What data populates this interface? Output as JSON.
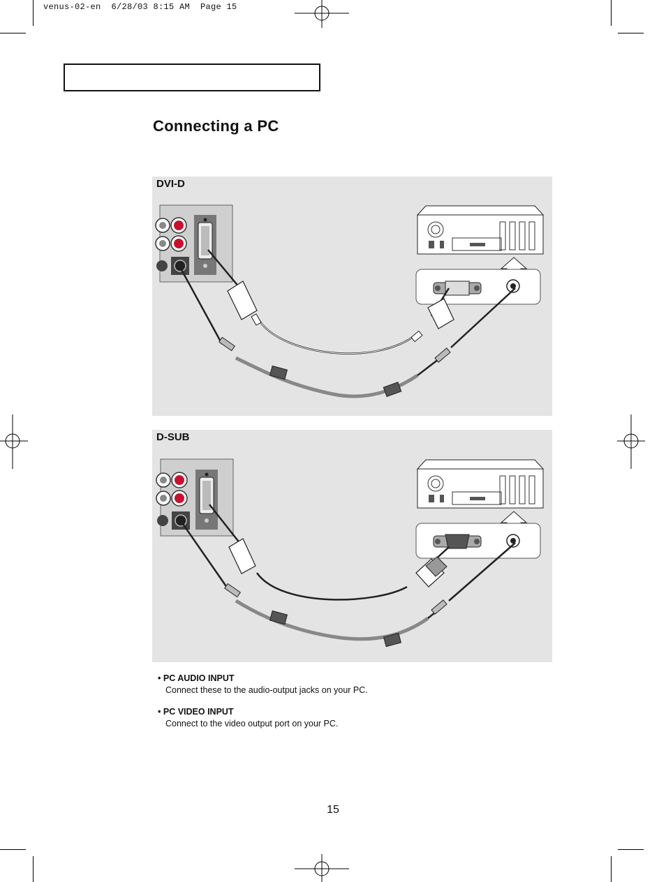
{
  "slug": "venus-02-en  6/28/03 8:15 AM  Page 15",
  "title": "Connecting a PC",
  "panels": [
    {
      "label": "DVI-D"
    },
    {
      "label": "D-SUB"
    }
  ],
  "notes": [
    {
      "heading": "PC AUDIO INPUT",
      "body": "Connect these to the audio-output jacks on your PC."
    },
    {
      "heading": "PC VIDEO INPUT",
      "body": "Connect to the video output port on your PC."
    }
  ],
  "page_number": "15"
}
